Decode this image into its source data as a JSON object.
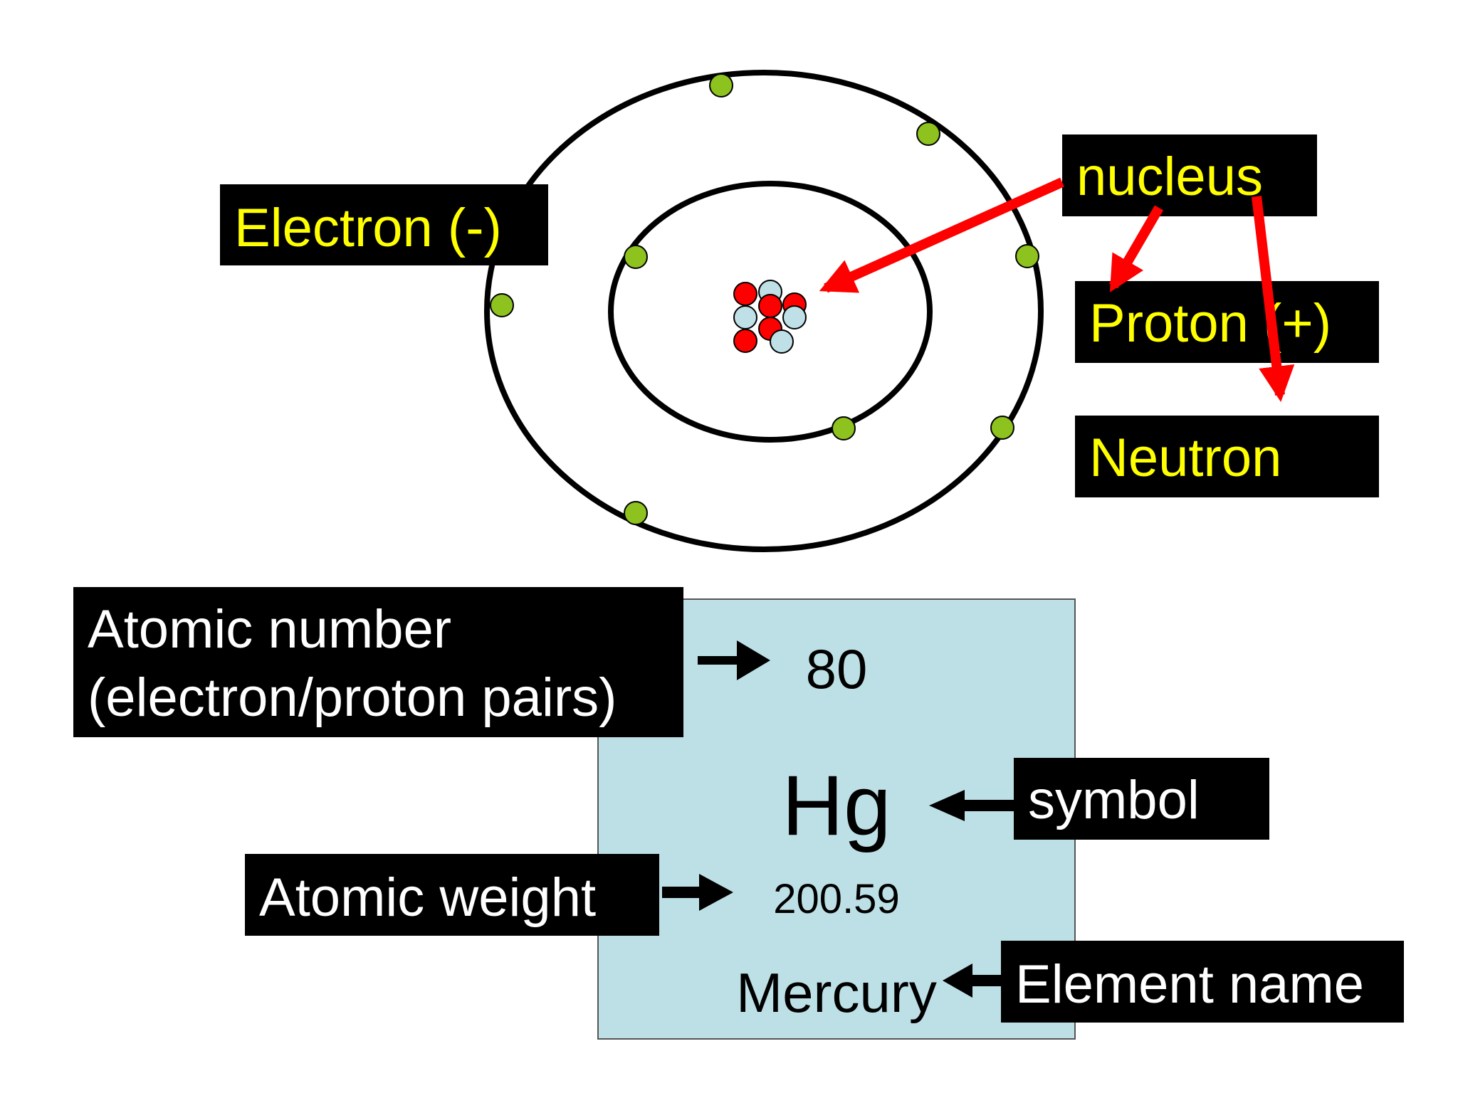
{
  "atom_labels": {
    "electron": "Electron (-)",
    "nucleus": "nucleus",
    "proton": "Proton (+)",
    "neutron": "Neutron"
  },
  "element_card": {
    "atomic_number": "80",
    "symbol": "Hg",
    "atomic_weight": "200.59",
    "name": "Mercury"
  },
  "card_labels": {
    "atomic_number_line1": "Atomic number",
    "atomic_number_line2": "(electron/proton pairs)",
    "symbol": "symbol",
    "atomic_weight": "Atomic weight",
    "element_name": "Element name"
  },
  "colors": {
    "label_background": "#000000",
    "atom_label_text": "#ffff00",
    "card_label_text": "#ffffff",
    "electron": "#8dc21f",
    "proton": "#ff0000",
    "neutron": "#bfe0e6",
    "pointer_arrow": "#ff0000",
    "card_background": "#bde0e6"
  }
}
